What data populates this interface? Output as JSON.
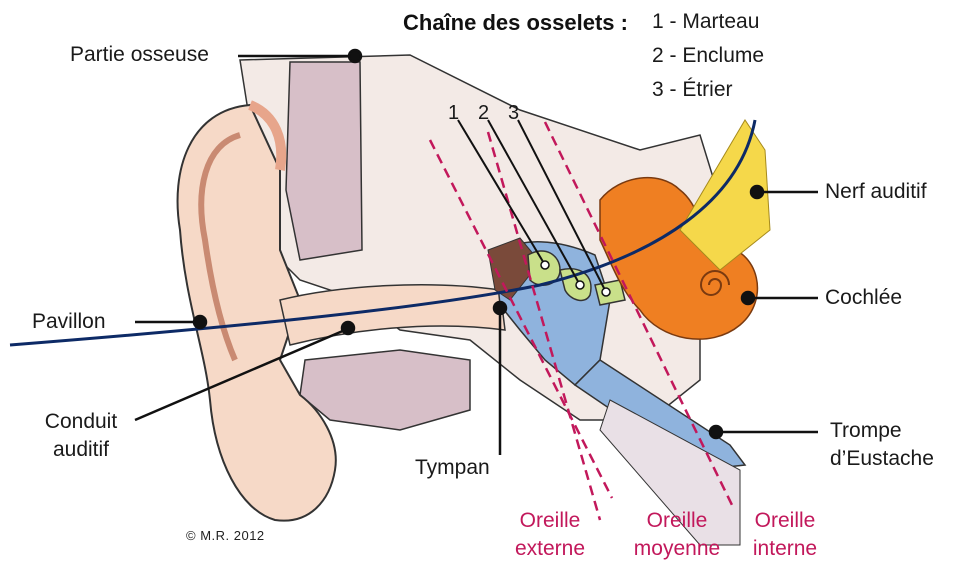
{
  "title": "Chaîne des osselets :",
  "ossicles": [
    {
      "number": "1",
      "name": "1 - Marteau"
    },
    {
      "number": "2",
      "name": "2 - Enclume"
    },
    {
      "number": "3",
      "name": "3 - Étrier"
    }
  ],
  "labels": {
    "partie_osseuse": "Partie osseuse",
    "pavillon": "Pavillon",
    "conduit_line1": "Conduit",
    "conduit_line2": "auditif",
    "tympan": "Tympan",
    "nerf": "Nerf auditif",
    "cochlee": "Cochlée",
    "trompe_line1": "Trompe",
    "trompe_line2": "d’Eustache"
  },
  "regions": [
    {
      "line1": "Oreille",
      "line2": "externe"
    },
    {
      "line1": "Oreille",
      "line2": "moyenne"
    },
    {
      "line1": "Oreille",
      "line2": "interne"
    }
  ],
  "credit": "© M.R. 2012",
  "colors": {
    "skin": "#f6d9c7",
    "skin_dark": "#e7a58b",
    "bone": "#d7bfc8",
    "bone_light": "#f3eae6",
    "middle_ear": "#8fb3dd",
    "ossicle": "#c9e08a",
    "cochlea": "#ef7f22",
    "nerve": "#f5d84a",
    "region_line": "#c2185b",
    "curve": "#0d2a66"
  }
}
